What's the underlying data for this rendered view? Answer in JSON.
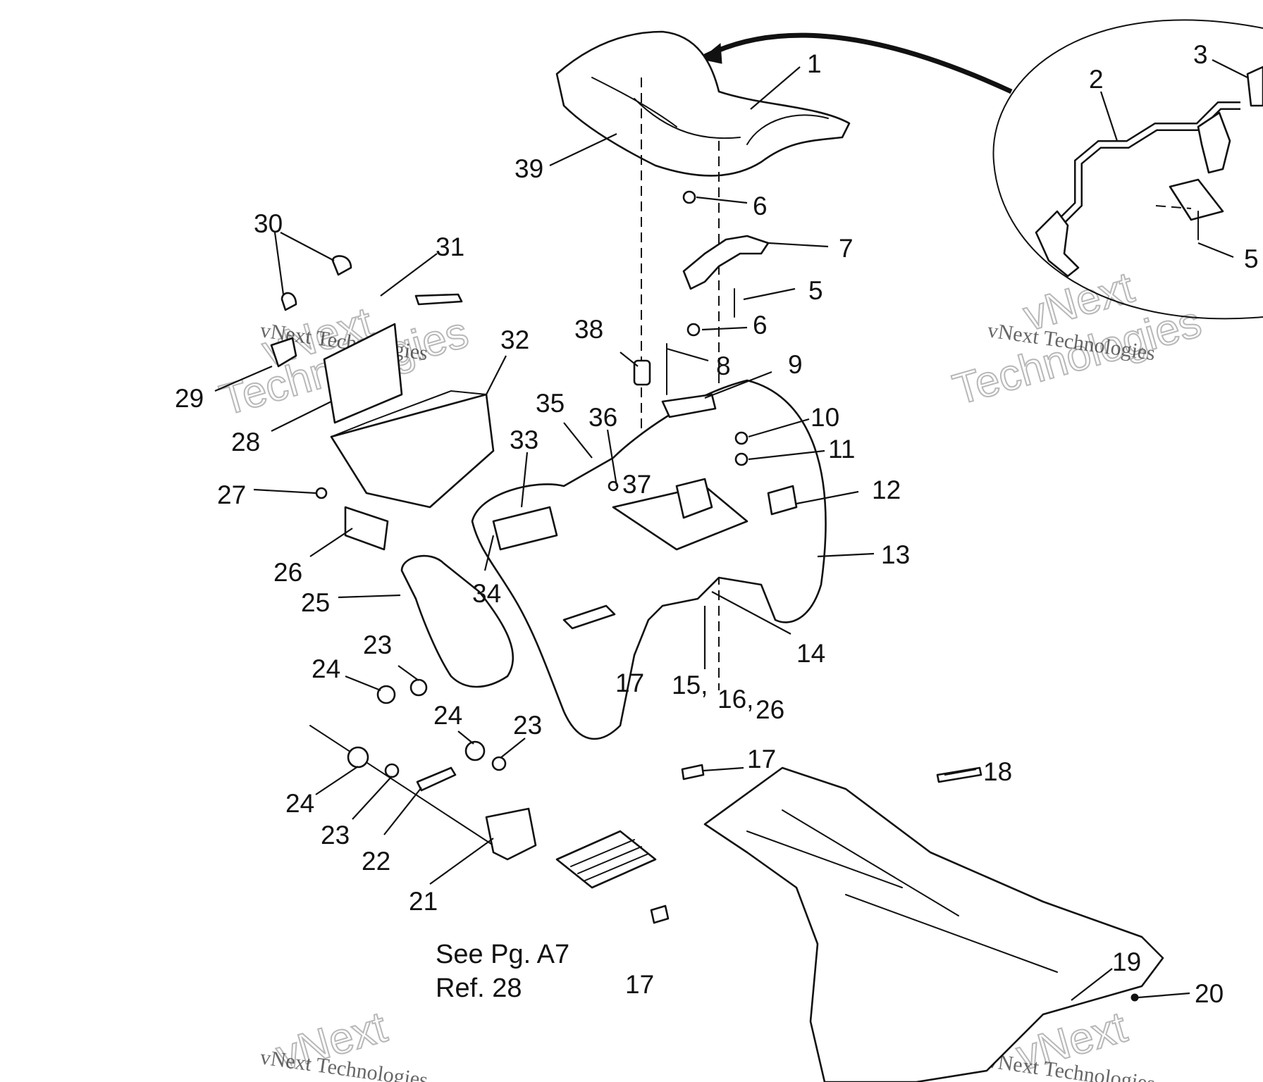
{
  "callouts": {
    "c1": "1",
    "c2": "2",
    "c3": "3",
    "c5a": "5",
    "c5b": "5",
    "c6a": "6",
    "c6b": "6",
    "c7": "7",
    "c8": "8",
    "c9": "9",
    "c10": "10",
    "c11": "11",
    "c12": "12",
    "c13": "13",
    "c14": "14",
    "c15": "15,",
    "c16": "16,",
    "c26b": "26",
    "c17a": "17",
    "c17b": "17",
    "c17c": "17",
    "c18": "18",
    "c19": "19",
    "c20": "20",
    "c21": "21",
    "c22": "22",
    "c23a": "23",
    "c23b": "23",
    "c23c": "23",
    "c24a": "24",
    "c24b": "24",
    "c24c": "24",
    "c25": "25",
    "c26": "26",
    "c27": "27",
    "c28": "28",
    "c29": "29",
    "c30": "30",
    "c31": "31",
    "c32": "32",
    "c33": "33",
    "c34": "34",
    "c35": "35",
    "c36": "36",
    "c37": "37",
    "c38": "38",
    "c39": "39"
  },
  "note": {
    "line1": "See Pg. A7",
    "line2": "Ref. 28"
  },
  "watermark": {
    "company": "vNext Technologies",
    "word1": "vNext",
    "word2": "Technologies"
  }
}
